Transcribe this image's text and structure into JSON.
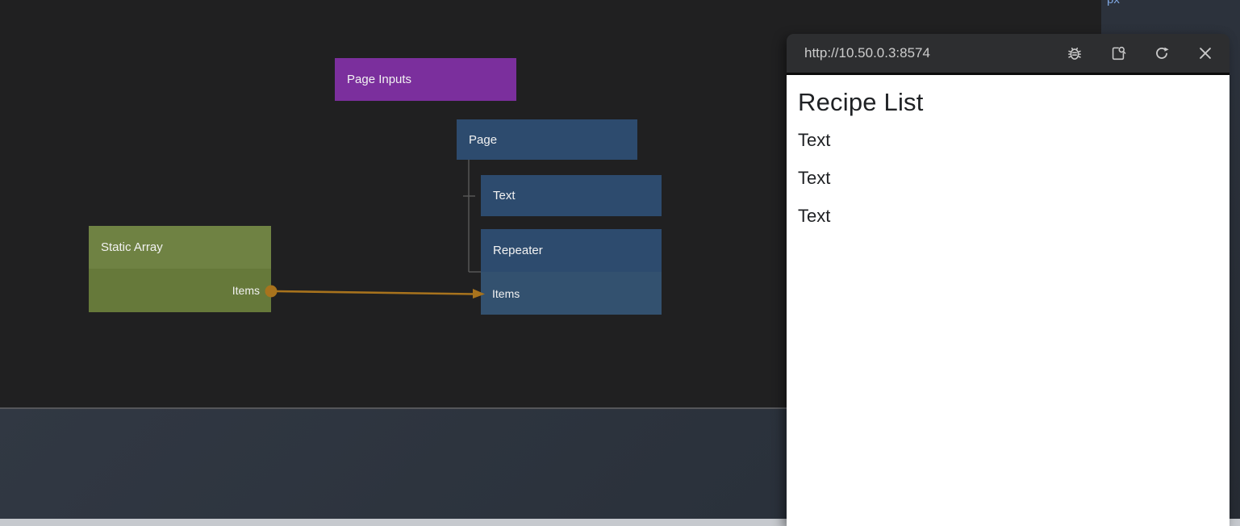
{
  "editor": {
    "nodes": {
      "page_inputs": {
        "label": "Page Inputs",
        "color": "#7b2f9d"
      },
      "page": {
        "label": "Page",
        "color": "#2d4b6e"
      },
      "text": {
        "label": "Text",
        "color": "#2d4b6e"
      },
      "repeater": {
        "label": "Repeater",
        "port_label": "Items",
        "color": "#2d4b6e"
      },
      "static_array": {
        "label": "Static Array",
        "port_label": "Items",
        "color": "#6f8243"
      }
    },
    "connection": {
      "from": "static_array.Items",
      "to": "repeater.Items",
      "color": "#a8731d"
    }
  },
  "preview": {
    "url": "http://10.50.0.3:8574",
    "toolbar_icons": [
      "debug-icon",
      "inspect-page-icon",
      "refresh-icon",
      "close-icon"
    ],
    "page": {
      "heading": "Recipe List",
      "texts": [
        "Text",
        "Text",
        "Text"
      ]
    }
  },
  "properties_panel": {
    "unit_label": "px"
  }
}
